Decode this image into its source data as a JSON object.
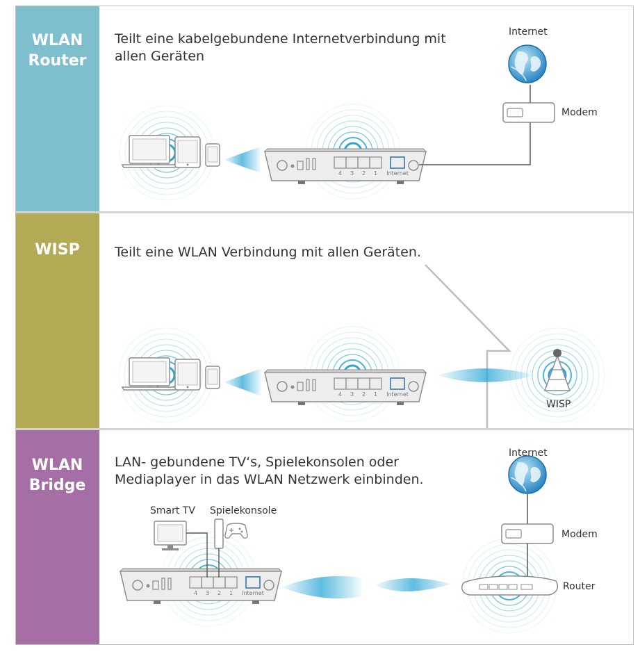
{
  "panels": [
    {
      "id": "wlan-router",
      "label_line1": "WLAN",
      "label_line2": "Router",
      "color": "#7dbfcc",
      "description_line1": "Teilt eine kabelgebundene Internetverbindung mit",
      "description_line2": "allen Geräten",
      "internet_label": "Internet",
      "modem_label": "Modem"
    },
    {
      "id": "wisp",
      "label_line1": "WISP",
      "color": "#b3aa56",
      "description_line1": "Teilt eine WLAN Verbindung mit allen Geräten.",
      "wisp_label": "WISP"
    },
    {
      "id": "wlan-bridge",
      "label_line1": "WLAN",
      "label_line2": "Bridge",
      "color": "#a56fa6",
      "description_line1": "LAN- gebundene TV‘s, Spielekonsolen oder",
      "description_line2": "Mediaplayer in das WLAN Netzwerk einbinden.",
      "internet_label": "Internet",
      "modem_label": "Modem",
      "router_label": "Router",
      "smart_tv_label": "Smart TV",
      "console_label": "Spielekonsole"
    }
  ],
  "router_ports": [
    "4",
    "3",
    "2",
    "1",
    "Internet"
  ],
  "colors": {
    "signal": "#2aa7d6",
    "device": "#9a9a9a",
    "device_fill": "#f2f2f2",
    "line": "#555555",
    "port_highlight": "#2a6fb0"
  },
  "icons": [
    "globe-icon",
    "modem-icon",
    "router-icon",
    "laptop-icon",
    "tablet-icon",
    "phone-icon",
    "antenna-tower-icon",
    "tv-icon",
    "gamepad-icon"
  ]
}
